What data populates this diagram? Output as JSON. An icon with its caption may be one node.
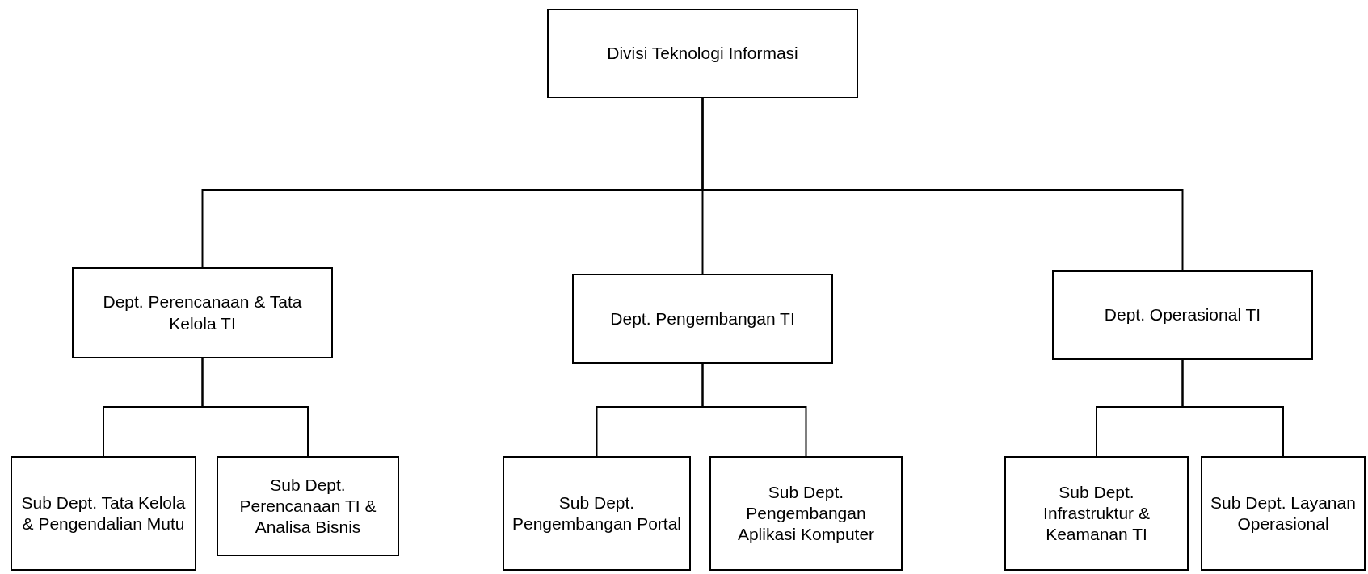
{
  "diagram": {
    "nodes": [
      {
        "text": [
          "Divisi Teknologi Informasi"
        ]
      },
      {
        "text": [
          "Dept. Perencanaan & Tata Kelola TI"
        ]
      },
      {
        "text": [
          "Dept. Pengembangan TI"
        ]
      },
      {
        "text": [
          "Dept. Operasional TI"
        ]
      },
      {
        "text": [
          "Sub Dept. Tata Kelola & Pengendalian Mutu"
        ]
      },
      {
        "text": [
          "Sub Dept. Perencanaan TI & Analisa Bisnis"
        ]
      },
      {
        "text": [
          "Sub Dept. Pengembangan Portal"
        ]
      },
      {
        "text": [
          "Sub Dept. Pengembangan Aplikasi Komputer"
        ]
      },
      {
        "text": [
          "Sub Dept. Infrastruktur & Keamanan TI"
        ]
      },
      {
        "text": [
          "Sub Dept. Layanan Operasional"
        ]
      }
    ],
    "edges": [
      {
        "from": 0,
        "to": 1,
        "arrow": "none"
      },
      {
        "from": 0,
        "to": 2,
        "arrow": "none"
      },
      {
        "from": 0,
        "to": 3,
        "arrow": "none"
      },
      {
        "from": 1,
        "to": 4,
        "arrow": "none"
      },
      {
        "from": 1,
        "to": 5,
        "arrow": "none"
      },
      {
        "from": 2,
        "to": 6,
        "arrow": "none"
      },
      {
        "from": 2,
        "to": 7,
        "arrow": "none"
      },
      {
        "from": 3,
        "to": 8,
        "arrow": "none"
      },
      {
        "from": 3,
        "to": 9,
        "arrow": "none"
      }
    ]
  }
}
